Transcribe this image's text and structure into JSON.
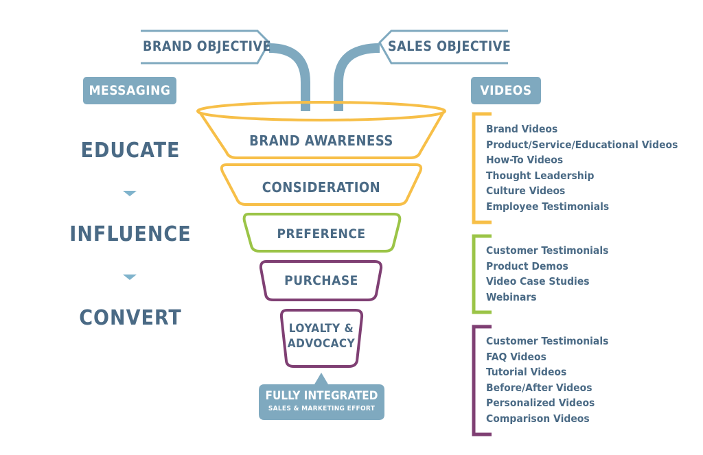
{
  "objectives": {
    "brand": "BRAND OBJECTIVE",
    "sales": "SALES OBJECTIVE"
  },
  "messaging": {
    "header": "MESSAGING",
    "stages": [
      "EDUCATE",
      "INFLUENCE",
      "CONVERT"
    ]
  },
  "funnel": {
    "stages": [
      {
        "label": "BRAND AWARENESS",
        "color": "#f7bf48"
      },
      {
        "label": "CONSIDERATION",
        "color": "#f7bf48"
      },
      {
        "label": "PREFERENCE",
        "color": "#9bc447"
      },
      {
        "label": "PURCHASE",
        "color": "#7f3f73"
      },
      {
        "label_line1": "LOYALTY &",
        "label_line2": "ADVOCACY",
        "color": "#7f3f73"
      }
    ],
    "footer_title": "FULLY INTEGRATED",
    "footer_subtitle": "SALES & MARKETING EFFORT"
  },
  "videos": {
    "header": "VIDEOS",
    "groups": [
      {
        "color": "#f7bf48",
        "items": [
          "Brand Videos",
          "Product/Service/Educational Videos",
          "How-To Videos",
          "Thought Leadership",
          "Culture Videos",
          "Employee Testimonials"
        ]
      },
      {
        "color": "#9bc447",
        "items": [
          "Customer Testimonials",
          "Product Demos",
          "Video Case Studies",
          "Webinars"
        ]
      },
      {
        "color": "#7f3f73",
        "items": [
          "Customer Testimonials",
          "FAQ Videos",
          "Tutorial Videos",
          "Before/After Videos",
          "Personalized Videos",
          "Comparison Videos"
        ]
      }
    ]
  },
  "colors": {
    "blue": "#7fa9bf",
    "text": "#4a6a85",
    "yellow": "#f7bf48",
    "green": "#9bc447",
    "purple": "#7f3f73"
  }
}
